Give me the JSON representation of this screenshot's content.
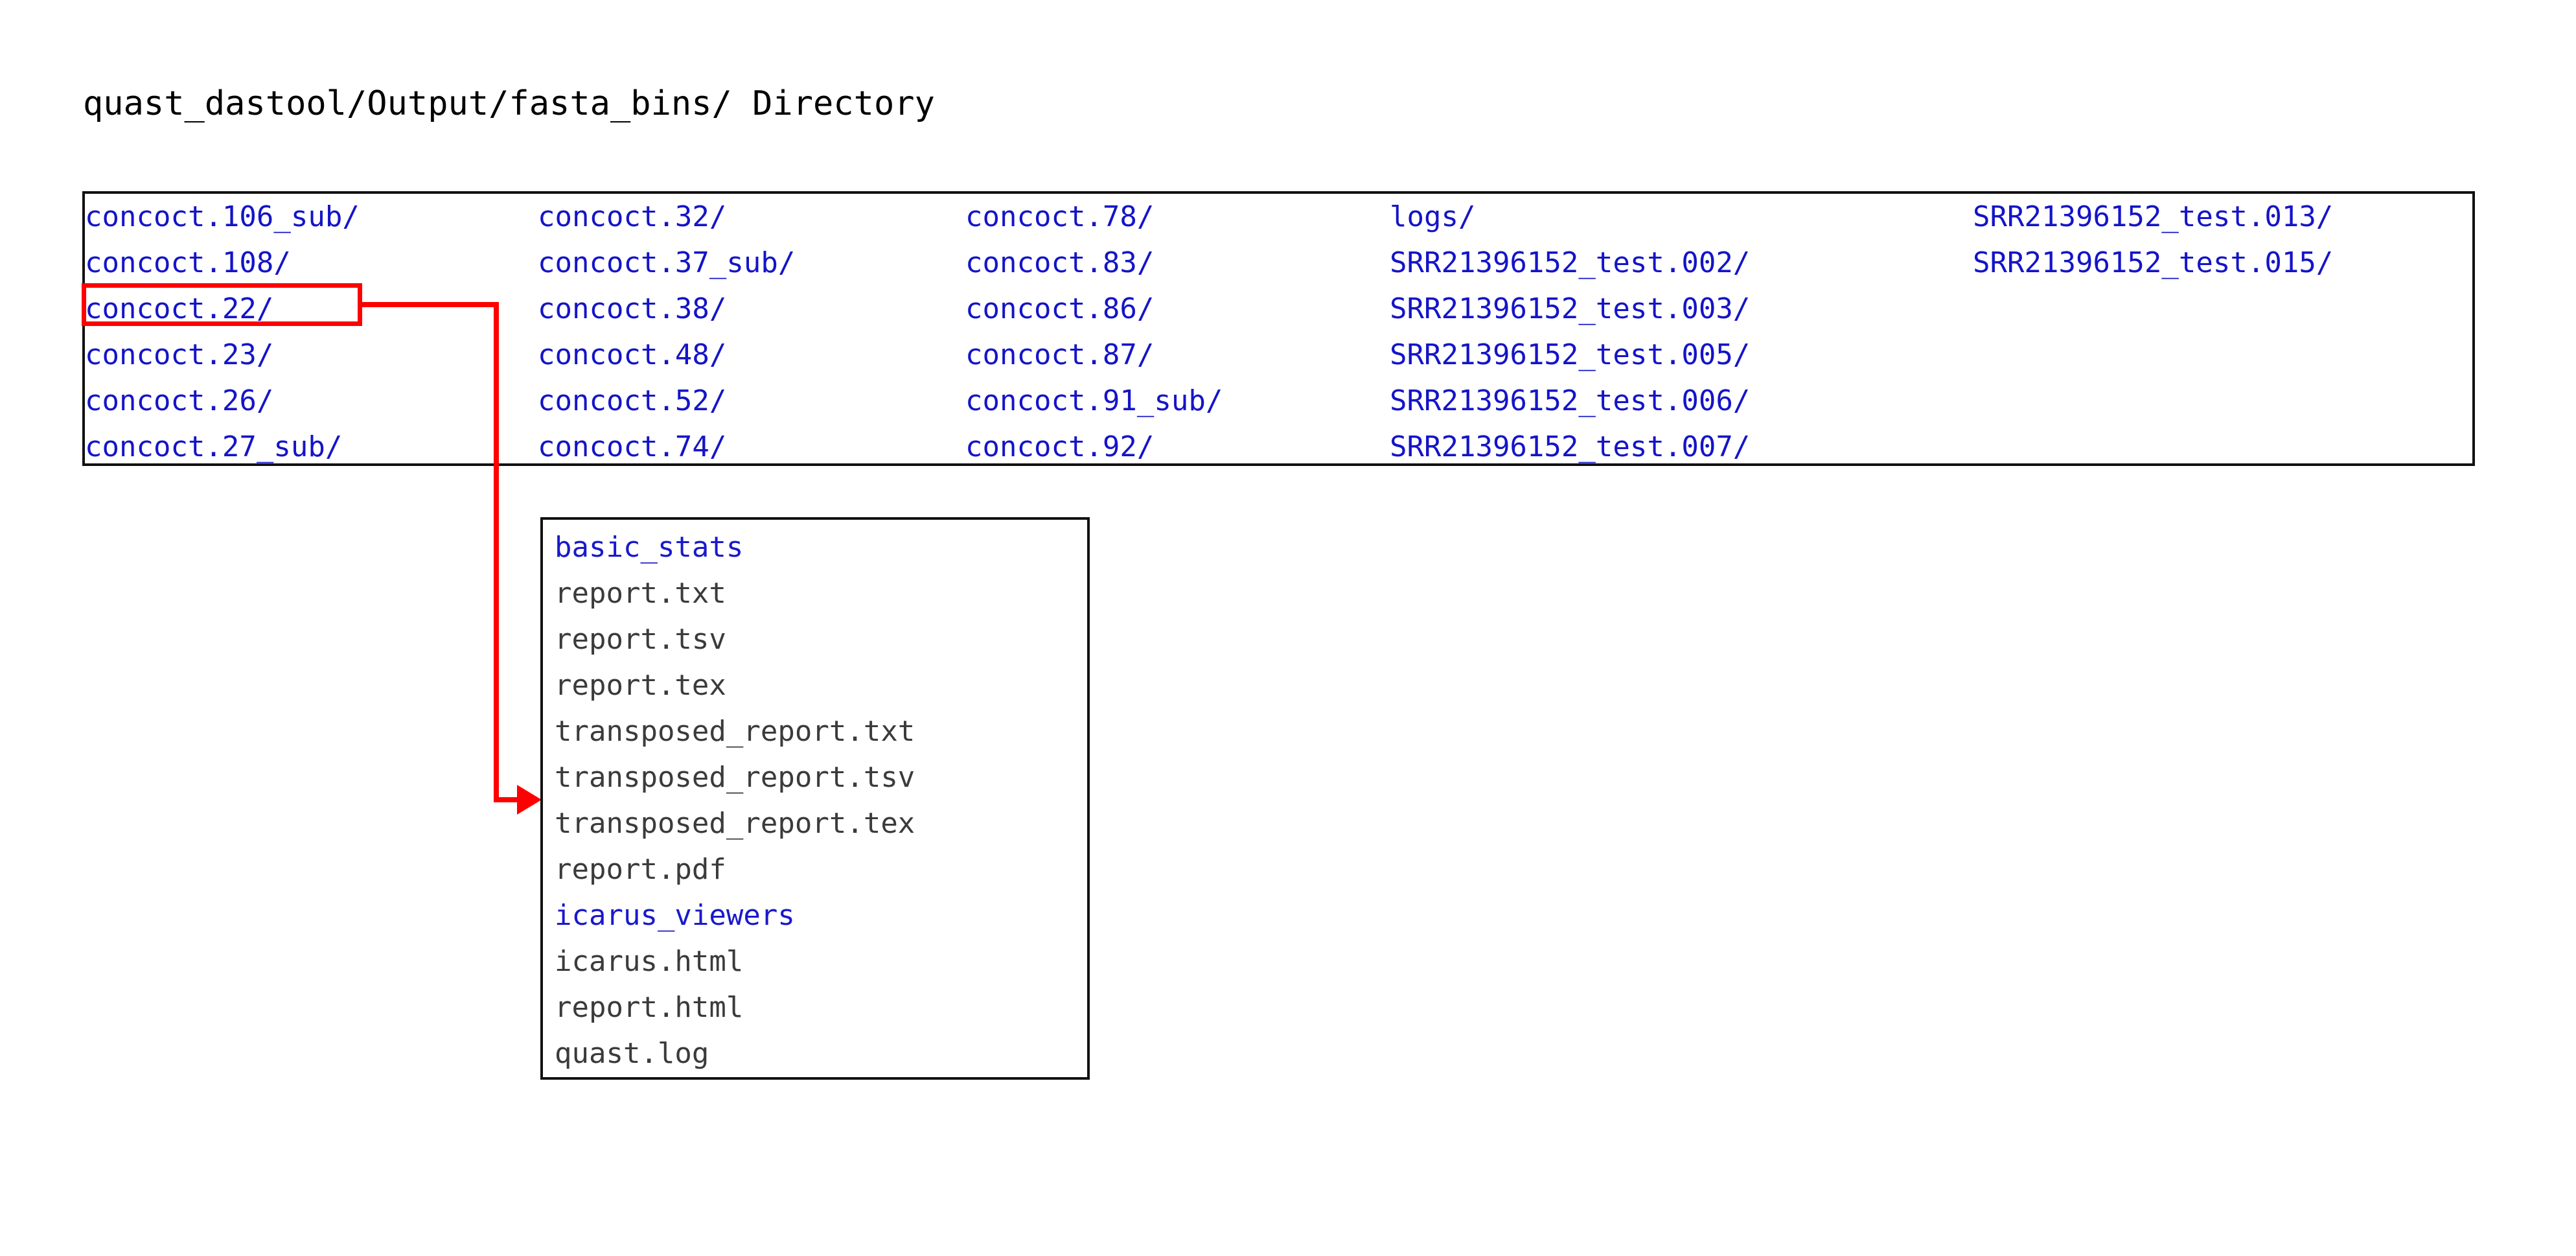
{
  "page": {
    "title": "quast_dastool/Output/fasta_bins/ Directory",
    "colors": {
      "directory_blue": "#1414c8",
      "file_gray": "#3b3b3b",
      "highlight_red": "#fe0000",
      "border_black": "#111111",
      "background": "#ffffff"
    }
  },
  "directory_listing": {
    "columns": [
      {
        "index": 0,
        "entries": [
          "concoct.106_sub/",
          "concoct.108/",
          "concoct.22/",
          "concoct.23/",
          "concoct.26/",
          "concoct.27_sub/"
        ]
      },
      {
        "index": 1,
        "entries": [
          "concoct.32/",
          "concoct.37_sub/",
          "concoct.38/",
          "concoct.48/",
          "concoct.52/",
          "concoct.74/"
        ]
      },
      {
        "index": 2,
        "entries": [
          "concoct.78/",
          "concoct.83/",
          "concoct.86/",
          "concoct.87/",
          "concoct.91_sub/",
          "concoct.92/"
        ]
      },
      {
        "index": 3,
        "entries": [
          "logs/",
          "SRR21396152_test.002/",
          "SRR21396152_test.003/",
          "SRR21396152_test.005/",
          "SRR21396152_test.006/",
          "SRR21396152_test.007/"
        ]
      },
      {
        "index": 4,
        "entries": [
          "SRR21396152_test.013/",
          "SRR21396152_test.015/",
          "",
          "",
          "",
          ""
        ]
      }
    ],
    "highlighted_entry": "concoct.22/"
  },
  "expanded_directory": {
    "source_entry": "concoct.22/",
    "entries": [
      {
        "name": "basic_stats",
        "kind": "directory"
      },
      {
        "name": "report.txt",
        "kind": "file"
      },
      {
        "name": "report.tsv",
        "kind": "file"
      },
      {
        "name": "report.tex",
        "kind": "file"
      },
      {
        "name": "transposed_report.txt",
        "kind": "file"
      },
      {
        "name": "transposed_report.tsv",
        "kind": "file"
      },
      {
        "name": "transposed_report.tex",
        "kind": "file"
      },
      {
        "name": "report.pdf",
        "kind": "file"
      },
      {
        "name": "icarus_viewers",
        "kind": "directory"
      },
      {
        "name": "icarus.html",
        "kind": "file"
      },
      {
        "name": "report.html",
        "kind": "file"
      },
      {
        "name": "quast.log",
        "kind": "file"
      }
    ]
  }
}
